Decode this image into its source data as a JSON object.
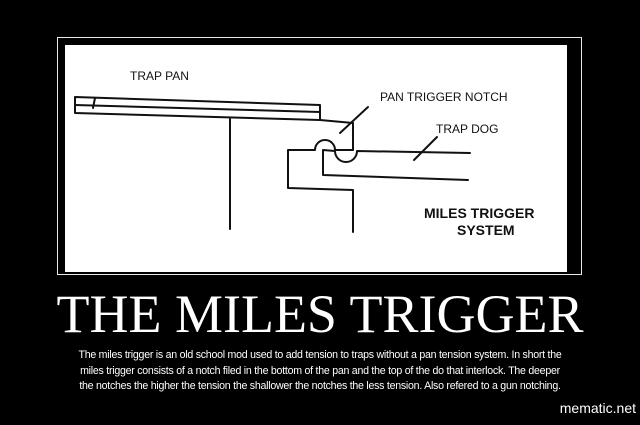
{
  "picture": {
    "labels": {
      "trap_pan": "TRAP PAN",
      "pan_trigger_notch": "PAN  TRIGGER NOTCH",
      "trap_dog": "TRAP DOG",
      "system_line1": "MILES TRIGGER",
      "system_line2": "SYSTEM"
    }
  },
  "title": "THE MILES TRIGGER",
  "caption": {
    "lines": [
      "The miles trigger is an old school mod used to add tension to traps without a pan tension system. In short the",
      "miles trigger consists of a notch filed in the bottom of the pan and the top of the do that interlock. The deeper",
      "the notches the higher the tension the shallower the notches the less tension. Also refered to a gun notching."
    ]
  },
  "watermark": "mematic.net"
}
